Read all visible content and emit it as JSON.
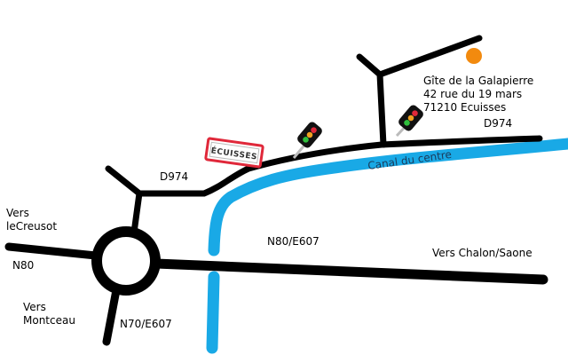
{
  "labels": {
    "d974_left": "D974",
    "d974_right": "D974",
    "vers_creusot_1": "Vers",
    "vers_creusot_2": "leCreusot",
    "n80": "N80",
    "vers_montceau_1": "Vers",
    "vers_montceau_2": "Montceau",
    "n70": "N70/E607",
    "n80_e607": "N80/E607",
    "vers_chalon": "Vers Chalon/Saone",
    "canal": "Canal du centre",
    "gite_name": "Gîte de la Galapierre",
    "gite_street": "42 rue du 19 mars",
    "gite_city": "71210 Ecuisses"
  },
  "town_sign": "ÉCUISSES",
  "colors": {
    "road": "#000000",
    "canal": "#19a9e6",
    "marker": "#f28a0e",
    "sign_border": "#e0283a"
  },
  "icons": [
    "traffic-light-icon",
    "traffic-light-icon",
    "destination-marker-icon"
  ]
}
